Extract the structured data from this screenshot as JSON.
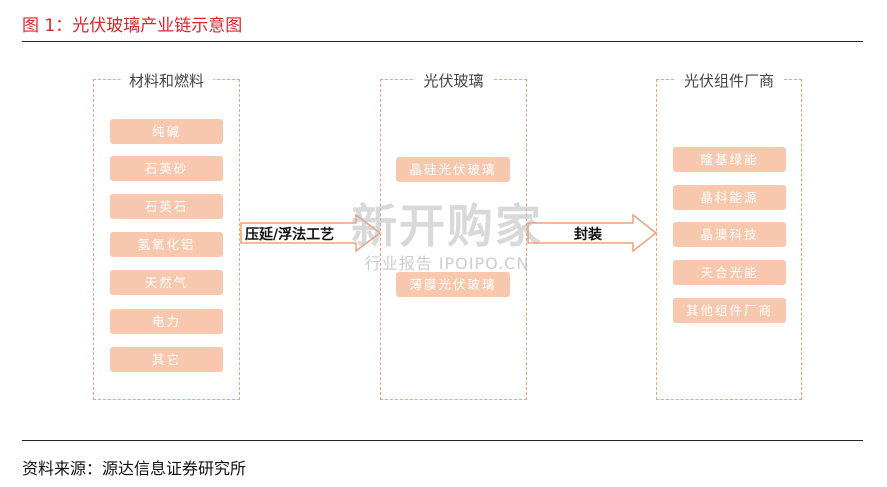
{
  "figure": {
    "title": "图 1：光伏玻璃产业链示意图",
    "source": "资料来源：源达信息证券研究所"
  },
  "groups": [
    {
      "title": "材料和燃料",
      "items": [
        "纯碱",
        "石英砂",
        "石英石",
        "氢氧化铝",
        "天然气",
        "电力",
        "其它"
      ]
    },
    {
      "title": "光伏玻璃",
      "items": [
        "晶硅光伏玻璃",
        "薄膜光伏玻璃"
      ]
    },
    {
      "title": "光伏组件厂商",
      "items": [
        "隆基绿能",
        "晶科能源",
        "晶澳科技",
        "天合光能",
        "其他组件厂商"
      ]
    }
  ],
  "arrows": [
    {
      "label": "压延/浮法工艺"
    },
    {
      "label": "封装"
    }
  ],
  "colors": {
    "title_red": "#d9252b",
    "box_fill": "#f7c8ad",
    "dashed_border": "#f0a07a"
  },
  "watermark": {
    "main": "新开购家",
    "sub": "行业报告 IPOIPO.CN"
  }
}
